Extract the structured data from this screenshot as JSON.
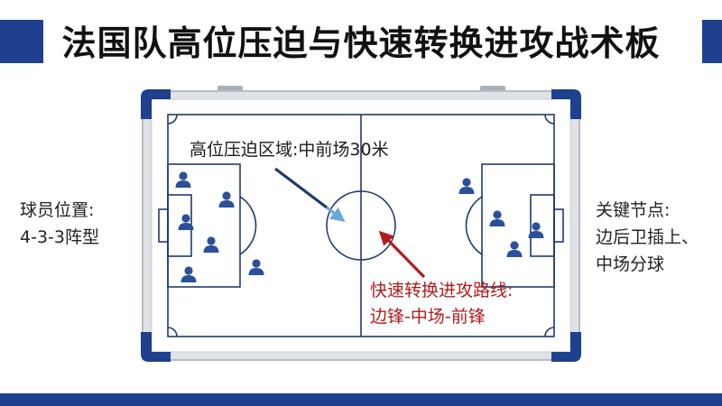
{
  "title": "法国队高位压迫与快速转换进攻战术板",
  "left_notes": {
    "line1": "球员位置:",
    "line2": "4-3-3阵型"
  },
  "right_notes": {
    "line1": "关键节点:",
    "line2": "边后卫插上、",
    "line3": "中场分球"
  },
  "annotations": {
    "pressing": "高位压迫区域:中前场30米",
    "transition_line1": "快速转换进攻路线:",
    "transition_line2": "边锋-中场-前锋"
  },
  "colors": {
    "brand_blue": "#1f3f8f",
    "player_blue": "#2a4f9b",
    "arrow_navy": "#1f3a70",
    "arrow_light": "#6aa8d8",
    "arrow_red": "#b01c1c",
    "text_red": "#b01c1c"
  }
}
